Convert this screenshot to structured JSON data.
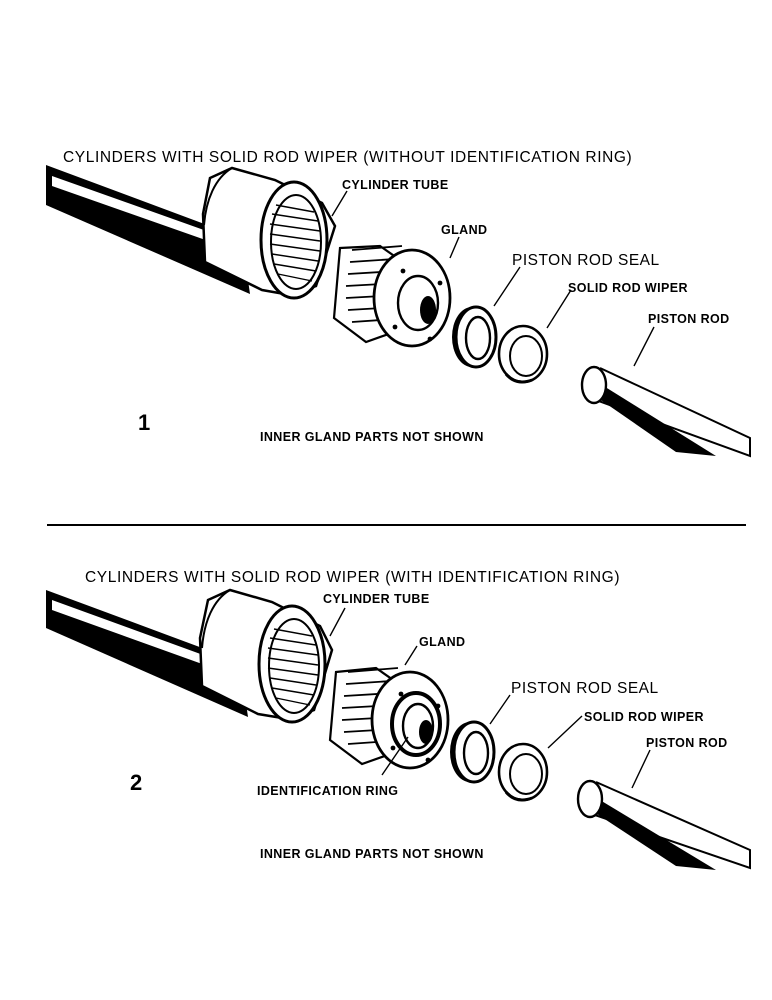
{
  "colors": {
    "ink": "#000000",
    "paper": "#ffffff"
  },
  "diagrams": [
    {
      "number": "1",
      "title": "CYLINDERS WITH SOLID ROD WIPER (WITHOUT IDENTIFICATION RING)",
      "labels": {
        "cylinder_tube": "CYLINDER TUBE",
        "gland": "GLAND",
        "piston_rod_seal": "PISTON ROD SEAL",
        "solid_rod_wiper": "SOLID ROD WIPER",
        "piston_rod": "PISTON ROD"
      },
      "note": "INNER GLAND PARTS NOT SHOWN"
    },
    {
      "number": "2",
      "title": "CYLINDERS WITH SOLID ROD WIPER (WITH IDENTIFICATION RING)",
      "labels": {
        "cylinder_tube": "CYLINDER TUBE",
        "gland": "GLAND",
        "piston_rod_seal": "PISTON ROD SEAL",
        "solid_rod_wiper": "SOLID ROD WIPER",
        "piston_rod": "PISTON ROD",
        "identification_ring": "IDENTIFICATION RING"
      },
      "note": "INNER GLAND PARTS NOT SHOWN"
    }
  ]
}
